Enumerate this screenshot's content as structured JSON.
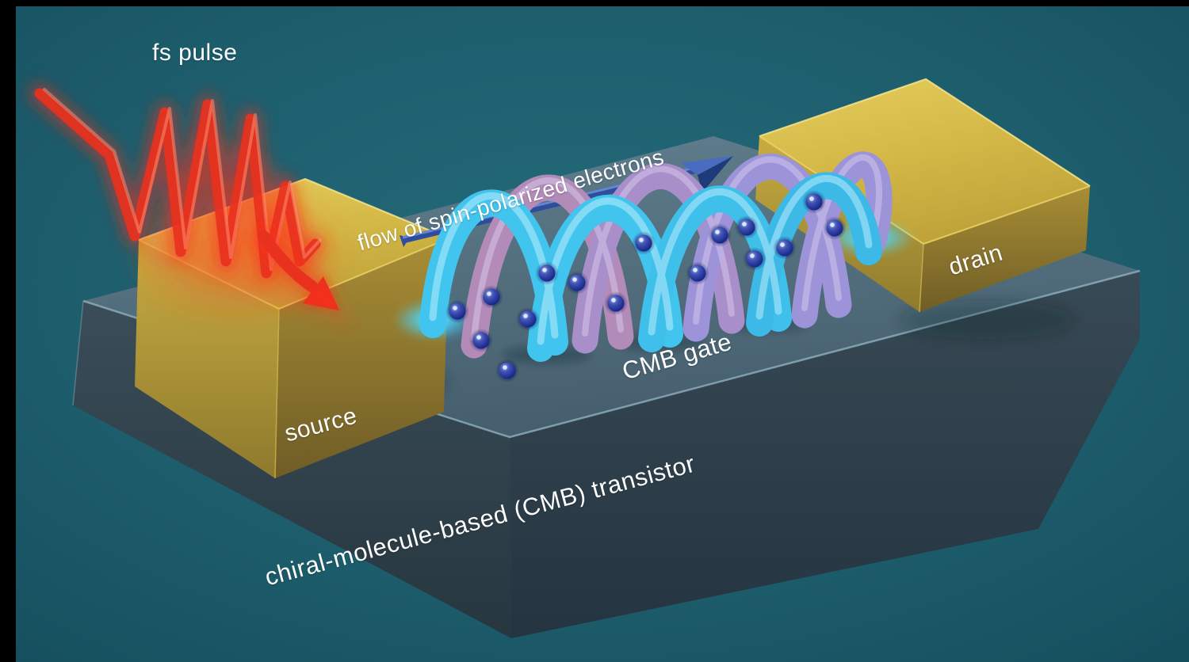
{
  "diagram": {
    "pulse_label": "fs pulse",
    "flow_label": "flow of spin-polarized electrons",
    "gate_label": "CMB gate",
    "source_label": "source",
    "drain_label": "drain",
    "caption": "chiral-molecule-based (CMB) transistor",
    "colors": {
      "background_teal": "#1e5f6e",
      "substrate_top": "#54707f",
      "substrate_front": "#31434e",
      "electrode_gold": "#d2b747",
      "pulse_red": "#e8321e",
      "arrow_blue": "#30509e",
      "helix_cyan": "#41c5ee",
      "helix_purple": "#9d93d8",
      "electron_navy": "#1c2c86",
      "label_text": "#ffffff"
    }
  }
}
